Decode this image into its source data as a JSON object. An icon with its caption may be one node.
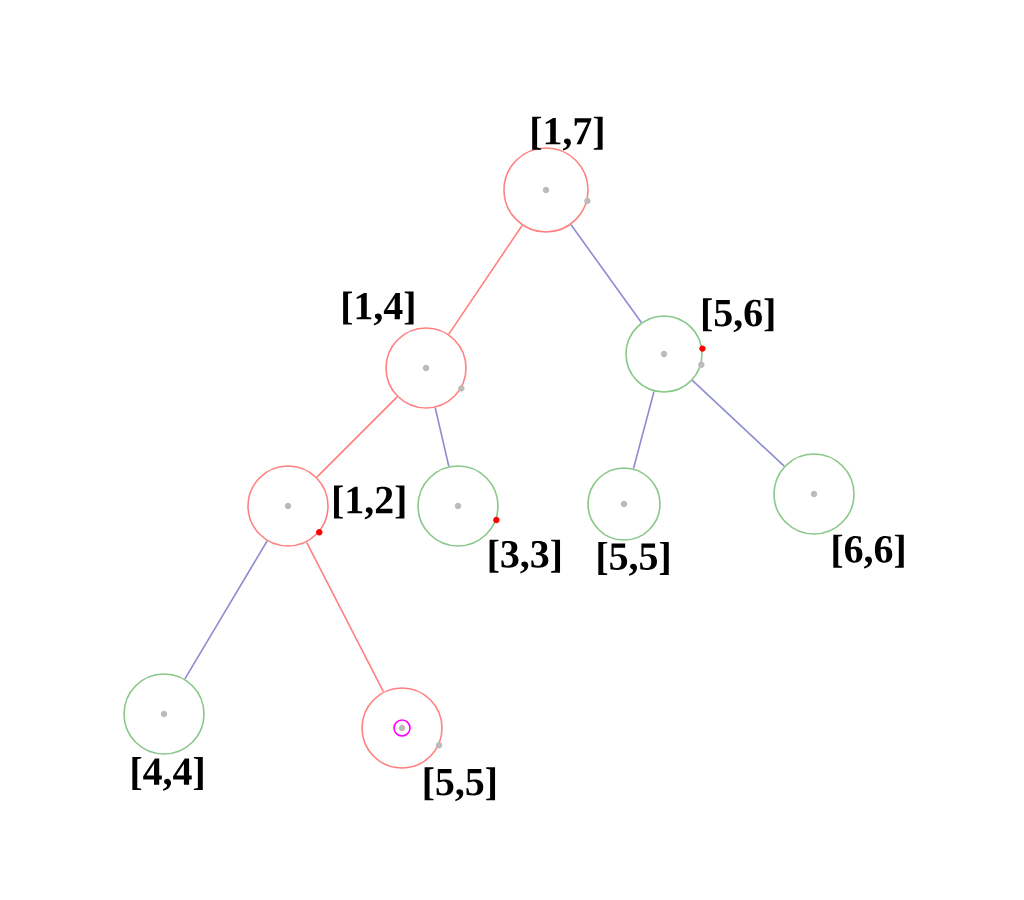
{
  "diagram": {
    "nodes": [
      {
        "text": [
          "[1,7]"
        ]
      },
      {
        "text": [
          "[1,4]"
        ]
      },
      {
        "text": [
          "[5,6]"
        ]
      },
      {
        "text": [
          "[1,2]"
        ]
      },
      {
        "text": [
          "[3,3]"
        ]
      },
      {
        "text": [
          "[5,5]"
        ]
      },
      {
        "text": [
          "[6,6]"
        ]
      },
      {
        "text": [
          "[4,4]"
        ]
      },
      {
        "text": [
          "[5,5]"
        ]
      }
    ],
    "edges": [
      {
        "from": 0,
        "to": 1,
        "arrow": "none",
        "color": "#ff8080"
      },
      {
        "from": 0,
        "to": 2,
        "arrow": "none"
      },
      {
        "from": 1,
        "to": 3,
        "arrow": "none",
        "color": "#ff8080"
      },
      {
        "from": 1,
        "to": 4,
        "arrow": "none"
      },
      {
        "from": 2,
        "to": 5,
        "arrow": "none"
      },
      {
        "from": 2,
        "to": 6,
        "arrow": "none"
      },
      {
        "from": 3,
        "to": 7,
        "arrow": "none"
      },
      {
        "from": 3,
        "to": 8,
        "arrow": "none",
        "color": "#ff8080"
      }
    ]
  }
}
